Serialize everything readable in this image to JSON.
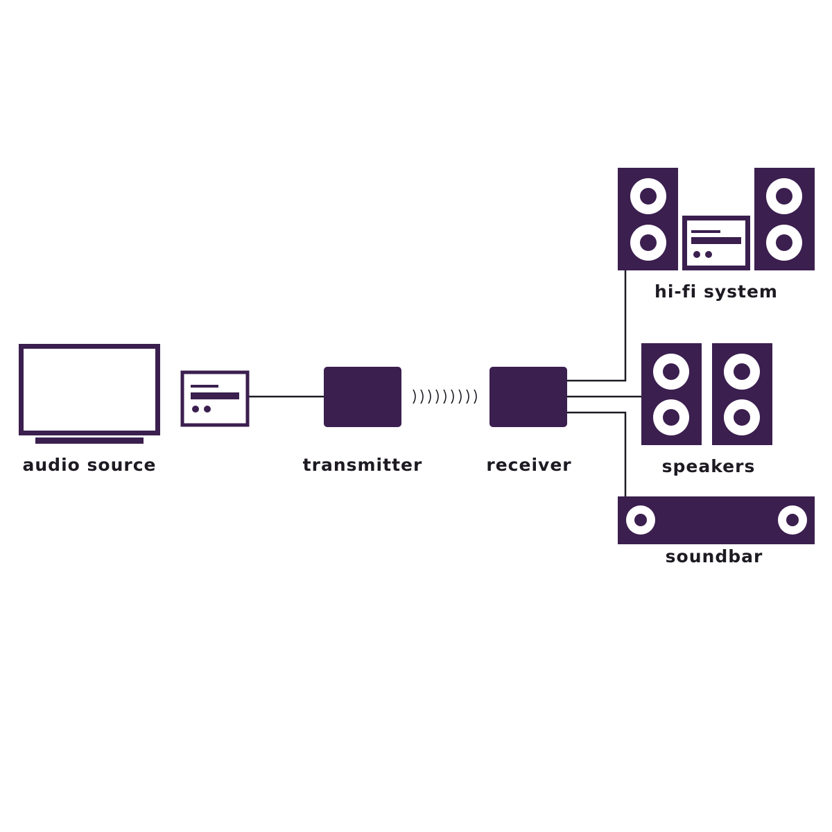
{
  "labels": {
    "audio_source": "audio source",
    "transmitter": "transmitter",
    "receiver": "receiver",
    "hifi": "hi-fi system",
    "speakers": "speakers",
    "soundbar": "soundbar"
  },
  "colors": {
    "device": "#3b1f4f",
    "wire": "#1d1a22",
    "text": "#1d1a22",
    "background": "#ffffff"
  },
  "icons": {
    "audio_source": "tv-icon",
    "source_player": "audio-player-icon",
    "transmitter": "transmitter-box-icon",
    "wireless": "wireless-signal-icon",
    "receiver": "receiver-box-icon",
    "hifi": "hifi-system-icon",
    "speakers": "speakers-icon",
    "soundbar": "soundbar-icon"
  }
}
